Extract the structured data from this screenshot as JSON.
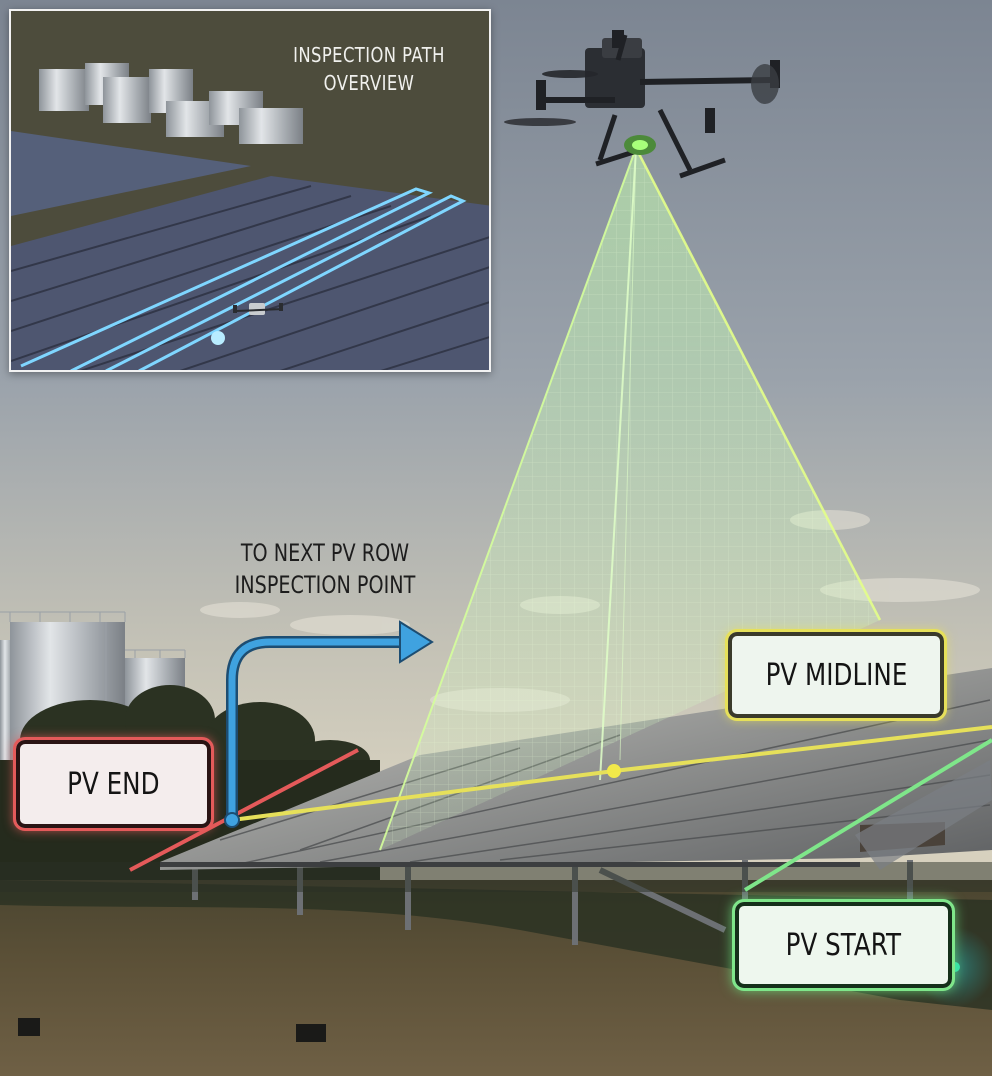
{
  "inset": {
    "title_line1": "INSPECTION PATH",
    "title_line2": "OVERVIEW",
    "path_color": "#7fd6ff"
  },
  "annotations": {
    "next_row_label_line1": "TO NEXT PV ROW",
    "next_row_label_line2": "INSPECTION POINT",
    "pv_end": {
      "label": "PV END",
      "color": "#e45a5a"
    },
    "pv_midline": {
      "label": "PV MIDLINE",
      "color": "#e6e05a"
    },
    "pv_start": {
      "label": "PV START",
      "color": "#7fe68a"
    },
    "next_row_arrow_color": "#3fa2e0",
    "scan_cone_color": "#b8f5a0"
  },
  "scene": {
    "objects": [
      "inspection-drone",
      "lidar-scan-cone",
      "solar-panel-row",
      "storage-tanks",
      "trees",
      "dirt-ground"
    ]
  }
}
